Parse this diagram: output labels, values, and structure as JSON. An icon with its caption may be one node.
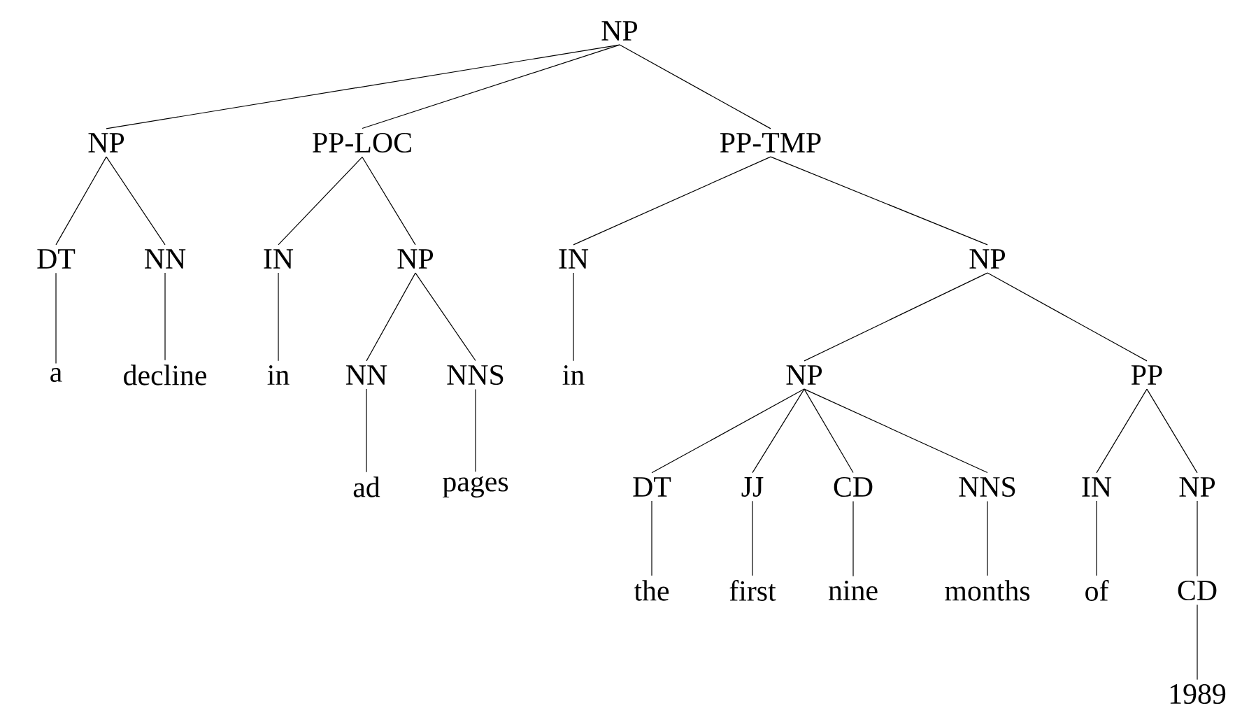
{
  "diagram": {
    "nodes": [
      {
        "text": [
          "NP"
        ]
      },
      {
        "text": [
          "NP"
        ]
      },
      {
        "text": [
          "PP-LOC"
        ]
      },
      {
        "text": [
          "PP-TMP"
        ]
      },
      {
        "text": [
          "DT"
        ]
      },
      {
        "text": [
          "NN"
        ]
      },
      {
        "text": [
          "IN"
        ]
      },
      {
        "text": [
          "NP"
        ]
      },
      {
        "text": [
          "IN"
        ]
      },
      {
        "text": [
          "NP"
        ]
      },
      {
        "text": [
          "a"
        ]
      },
      {
        "text": [
          "decline"
        ]
      },
      {
        "text": [
          "in"
        ]
      },
      {
        "text": [
          "NN"
        ]
      },
      {
        "text": [
          "NNS"
        ]
      },
      {
        "text": [
          "in"
        ]
      },
      {
        "text": [
          "NP"
        ]
      },
      {
        "text": [
          "PP"
        ]
      },
      {
        "text": [
          "ad"
        ]
      },
      {
        "text": [
          "pages"
        ]
      },
      {
        "text": [
          "DT"
        ]
      },
      {
        "text": [
          "JJ"
        ]
      },
      {
        "text": [
          "CD"
        ]
      },
      {
        "text": [
          "NNS"
        ]
      },
      {
        "text": [
          "IN"
        ]
      },
      {
        "text": [
          "NP"
        ]
      },
      {
        "text": [
          "the"
        ]
      },
      {
        "text": [
          "first"
        ]
      },
      {
        "text": [
          "nine"
        ]
      },
      {
        "text": [
          "months"
        ]
      },
      {
        "text": [
          "of"
        ]
      },
      {
        "text": [
          "CD"
        ]
      },
      {
        "text": [
          "1989"
        ]
      }
    ],
    "edges": [
      {
        "from": 0,
        "to": 1,
        "arrow": "none"
      },
      {
        "from": 0,
        "to": 2,
        "arrow": "none"
      },
      {
        "from": 0,
        "to": 3,
        "arrow": "none"
      },
      {
        "from": 1,
        "to": 4,
        "arrow": "none"
      },
      {
        "from": 1,
        "to": 5,
        "arrow": "none"
      },
      {
        "from": 2,
        "to": 6,
        "arrow": "none"
      },
      {
        "from": 2,
        "to": 7,
        "arrow": "none"
      },
      {
        "from": 3,
        "to": 8,
        "arrow": "none"
      },
      {
        "from": 3,
        "to": 9,
        "arrow": "none"
      },
      {
        "from": 4,
        "to": 10,
        "arrow": "none"
      },
      {
        "from": 5,
        "to": 11,
        "arrow": "none"
      },
      {
        "from": 6,
        "to": 12,
        "arrow": "none"
      },
      {
        "from": 7,
        "to": 13,
        "arrow": "none"
      },
      {
        "from": 7,
        "to": 14,
        "arrow": "none"
      },
      {
        "from": 8,
        "to": 15,
        "arrow": "none"
      },
      {
        "from": 9,
        "to": 16,
        "arrow": "none"
      },
      {
        "from": 9,
        "to": 17,
        "arrow": "none"
      },
      {
        "from": 13,
        "to": 18,
        "arrow": "none"
      },
      {
        "from": 14,
        "to": 19,
        "arrow": "none"
      },
      {
        "from": 16,
        "to": 20,
        "arrow": "none"
      },
      {
        "from": 16,
        "to": 21,
        "arrow": "none"
      },
      {
        "from": 16,
        "to": 22,
        "arrow": "none"
      },
      {
        "from": 16,
        "to": 23,
        "arrow": "none"
      },
      {
        "from": 17,
        "to": 24,
        "arrow": "none"
      },
      {
        "from": 17,
        "to": 25,
        "arrow": "none"
      },
      {
        "from": 20,
        "to": 26,
        "arrow": "none"
      },
      {
        "from": 21,
        "to": 27,
        "arrow": "none"
      },
      {
        "from": 22,
        "to": 28,
        "arrow": "none"
      },
      {
        "from": 23,
        "to": 29,
        "arrow": "none"
      },
      {
        "from": 24,
        "to": 30,
        "arrow": "none"
      },
      {
        "from": 25,
        "to": 31,
        "arrow": "none"
      },
      {
        "from": 31,
        "to": 32,
        "arrow": "none"
      }
    ]
  }
}
